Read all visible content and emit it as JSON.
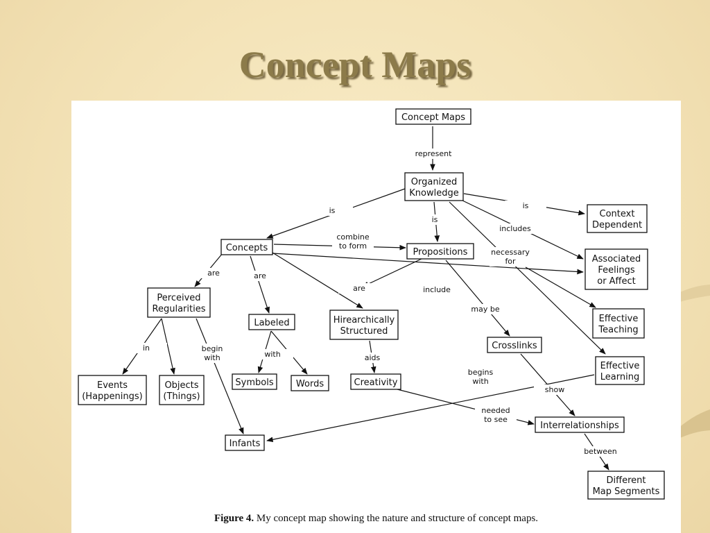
{
  "slide": {
    "title": "Concept Maps"
  },
  "figure": {
    "caption_prefix": "Figure 4.",
    "caption_text": "My concept map showing the nature and structure of concept maps."
  },
  "nodes": {
    "concept_maps": [
      "Concept Maps"
    ],
    "organized_knowledge": [
      "Organized",
      "Knowledge"
    ],
    "context_dependent": [
      "Context",
      "Dependent"
    ],
    "concepts": [
      "Concepts"
    ],
    "propositions": [
      "Propositions"
    ],
    "associated_feelings": [
      "Associated",
      "Feelings",
      "or Affect"
    ],
    "perceived_regularities": [
      "Perceived",
      "Regularities"
    ],
    "labeled": [
      "Labeled"
    ],
    "hierarchically_structured": [
      "Hirearchically",
      "Structured"
    ],
    "effective_teaching": [
      "Effective",
      "Teaching"
    ],
    "crosslinks": [
      "Crosslinks"
    ],
    "effective_learning": [
      "Effective",
      "Learning"
    ],
    "events": [
      "Events",
      "(Happenings)"
    ],
    "objects": [
      "Objects",
      "(Things)"
    ],
    "symbols": [
      "Symbols"
    ],
    "words": [
      "Words"
    ],
    "creativity": [
      "Creativity"
    ],
    "infants": [
      "Infants"
    ],
    "interrelationships": [
      "Interrelationships"
    ],
    "different_map_segments": [
      "Different",
      "Map Segments"
    ]
  },
  "links": {
    "represent": [
      "represent"
    ],
    "is_concepts": [
      "is"
    ],
    "is_propositions": [
      "is"
    ],
    "is_context": [
      "is"
    ],
    "includes": [
      "includes"
    ],
    "necessary_for": [
      "necessary",
      "for"
    ],
    "combine_to_form": [
      "combine",
      "to form"
    ],
    "are_perceived": [
      "are"
    ],
    "are_labeled": [
      "are"
    ],
    "are_hierarchical": [
      "are"
    ],
    "include": [
      "include"
    ],
    "may_be": [
      "may be"
    ],
    "in": [
      "in"
    ],
    "begin_with": [
      "begin",
      "with"
    ],
    "with": [
      "with"
    ],
    "aids": [
      "aids"
    ],
    "begins_with": [
      "begins",
      "with"
    ],
    "show": [
      "show"
    ],
    "needed_to_see": [
      "needed",
      "to see"
    ],
    "between": [
      "between"
    ]
  }
}
